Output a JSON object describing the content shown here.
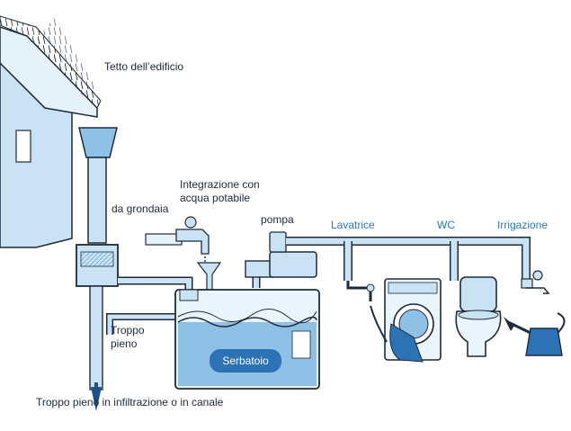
{
  "labels": {
    "roof": "Tetto dell’edificio",
    "from_gutter": "da grondaia",
    "potable_supply": "Integrazione con\nacqua potabile",
    "pump": "pompa",
    "washing_machine": "Lavatrice",
    "wc": "WC",
    "irrigation": "Irrigazione",
    "overflow": "Troppo\npieno",
    "tank": "Serbatoio",
    "overflow_outlet": "Troppo pieno in infiltrazione o in canale"
  },
  "colors": {
    "light_blue": "#c9e3f4",
    "mid_blue": "#8fc0e6",
    "dark_blue": "#2c72b5",
    "outline": "#1f2a3a",
    "label_blue": "#2a78b8"
  }
}
